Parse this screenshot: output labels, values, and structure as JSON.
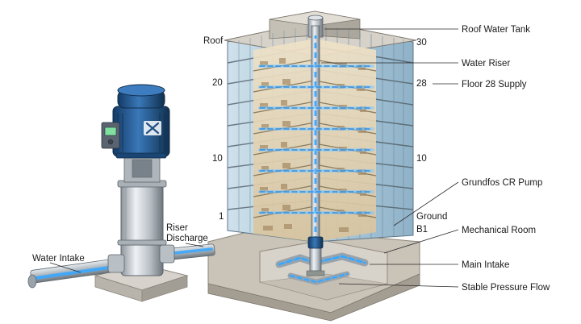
{
  "callouts": {
    "roof_water_tank": "Roof Water Tank",
    "water_riser": "Water Riser",
    "floor_28_supply": "Floor 28 Supply",
    "grundfos_cr_pump": "Grundfos CR Pump",
    "mechanical_room": "Mechanical Room",
    "main_intake": "Main Intake",
    "stable_pressure_flow": "Stable Pressure Flow",
    "water_intake": "Water Intake",
    "riser_discharge_line1": "Riser",
    "riser_discharge_line2": "Discharge"
  },
  "floor_labels": {
    "left": {
      "roof": "Roof",
      "f20": "20",
      "f10": "10",
      "f1": "1"
    },
    "right": {
      "f30": "30",
      "f28": "28",
      "f10": "10",
      "ground": "Ground",
      "b1": "B1"
    }
  },
  "colors": {
    "water_flow": "#3aa8ff",
    "pump_motor": "#1f4f86",
    "glass": "#9fc3d8",
    "concrete": "#b9b4aa",
    "steel": "#c9ced3"
  },
  "icons": {
    "pump_brand_logo": "grundfos-x-logo"
  }
}
